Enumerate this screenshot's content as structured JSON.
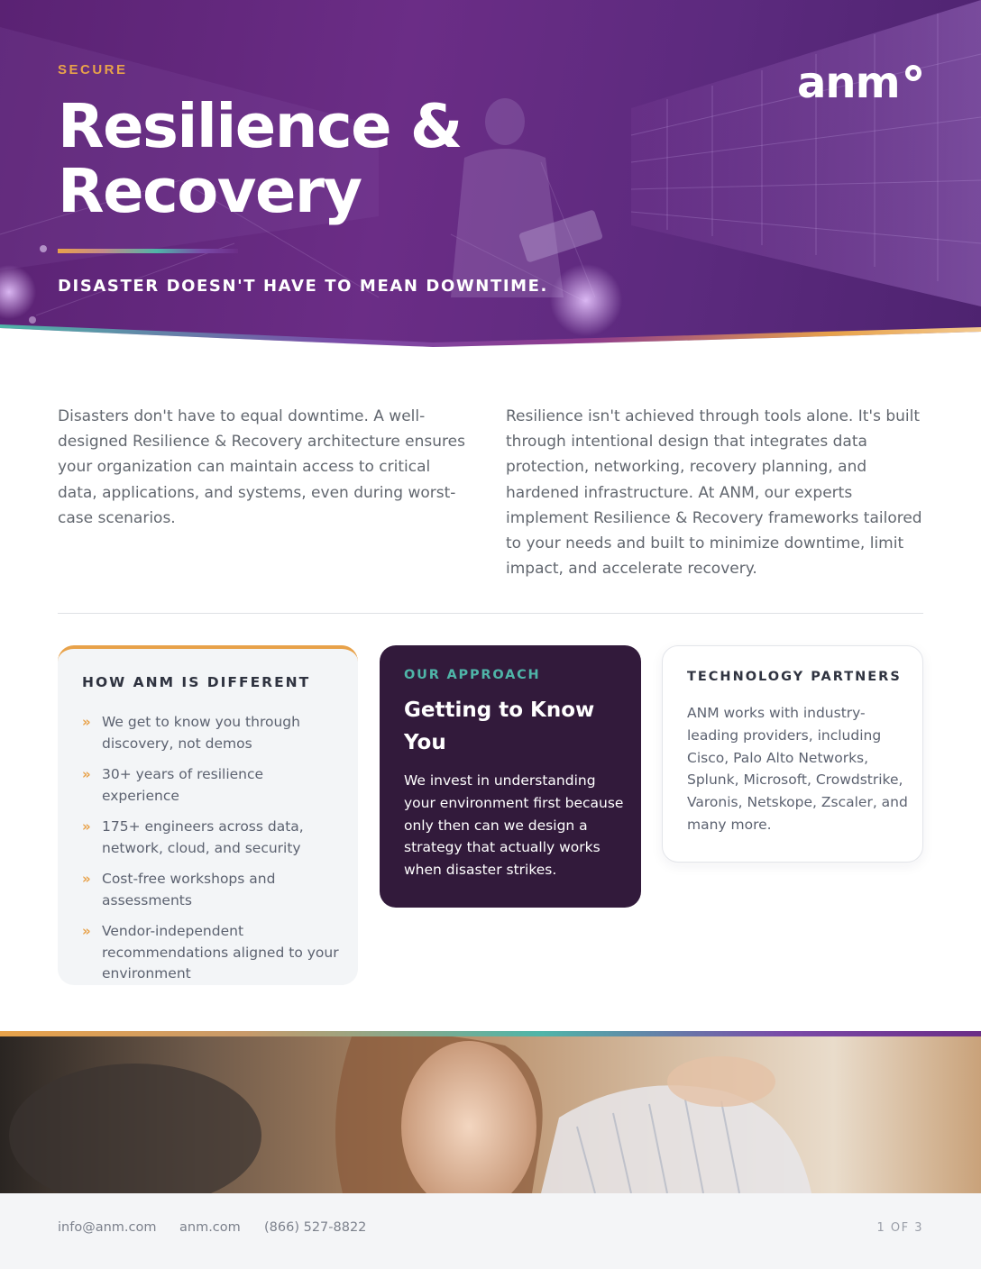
{
  "hero": {
    "eyebrow": "SECURE",
    "title_line1": "Resilience &",
    "title_line2": "Recovery",
    "tagline": "DISASTER DOESN'T HAVE TO MEAN DOWNTIME.",
    "logo_text": "anm"
  },
  "intro": {
    "left": "Disasters don't have to equal downtime. A well-designed Resilience & Recovery architecture ensures your organization can maintain access to critical data, applications, and systems, even during worst-case scenarios.",
    "right": "Resilience isn't achieved through tools alone. It's built through intentional design that integrates data protection, networking, recovery planning, and hardened infrastructure. At ANM, our experts implement Resilience & Recovery frameworks tailored to your needs and built to minimize downtime, limit impact, and accelerate recovery."
  },
  "different": {
    "heading": "HOW ANM IS DIFFERENT",
    "bullet": "»",
    "items": [
      "We get to know you through discovery, not demos",
      "30+ years of resilience experience",
      "175+ engineers across data, network, cloud, and security",
      "Cost-free workshops and assessments",
      "Vendor-independent recommendations aligned to your environment"
    ]
  },
  "approach": {
    "label": "OUR APPROACH",
    "title": "Getting to Know You",
    "body": "We invest in understanding your environment first because only then can we design a strategy that actually works when disaster strikes."
  },
  "partners": {
    "heading": "TECHNOLOGY PARTNERS",
    "body": "ANM works with industry-leading providers, including Cisco, Palo Alto Networks, Splunk, Microsoft, Crowdstrike, Varonis, Netskope, Zscaler, and many more."
  },
  "footer": {
    "email": "info@anm.com",
    "website": "anm.com",
    "phone": "(866) 527-8822",
    "page": "1 OF 3"
  },
  "colors": {
    "brand_purple": "#6b2d86",
    "accent_orange": "#e8a24a",
    "accent_teal": "#4fb5a8",
    "card_dark": "#321a3b"
  }
}
